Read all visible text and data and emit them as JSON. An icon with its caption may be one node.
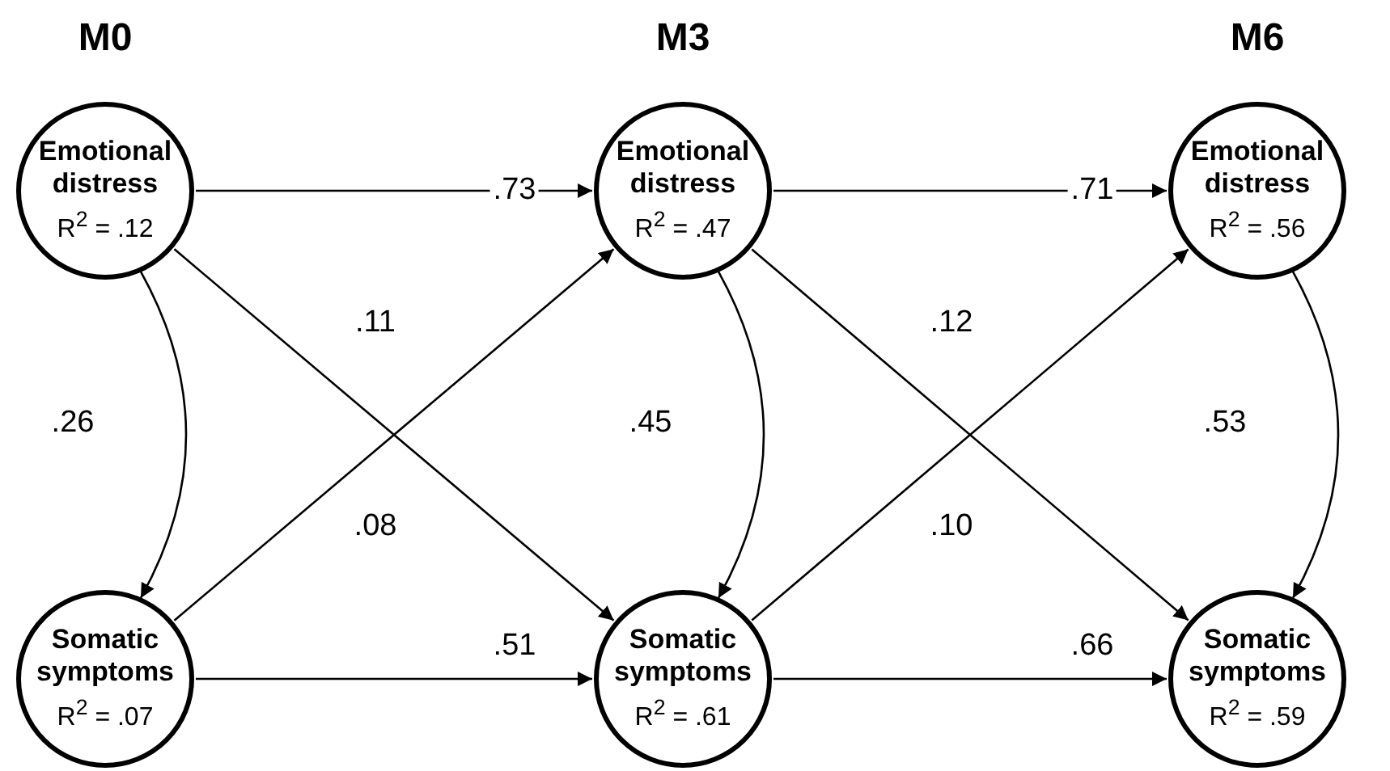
{
  "diagram": {
    "nodes": [
      {
        "text": [
          "Emotional distress",
          "R$^{2}$ = .12"
        ]
      },
      {
        "text": [
          "Emotional distress",
          "R$^{2}$ = .47"
        ]
      },
      {
        "text": [
          "Emotional distress",
          "R$^{2}$ = .56"
        ]
      },
      {
        "text": [
          "Somatic symptoms",
          "R$^{2}$ = .07"
        ]
      },
      {
        "text": [
          "Somatic symptoms",
          "R$^{2}$ = .61"
        ]
      },
      {
        "text": [
          "Somatic symptoms",
          "R$^{2}$ = .59"
        ]
      }
    ],
    "edges": [
      {
        "from": 0,
        "to": 1,
        "arrow": "to",
        "label": ".73"
      },
      {
        "from": 0,
        "to": 4,
        "arrow": "to",
        "label": ".11"
      },
      {
        "from": 0,
        "to": 3,
        "arrow": "to",
        "label": ".26"
      },
      {
        "from": 3,
        "to": 1,
        "arrow": "to",
        "label": ".08"
      },
      {
        "from": 3,
        "to": 4,
        "arrow": "to",
        "label": ".51"
      },
      {
        "from": 1,
        "to": 2,
        "arrow": "to",
        "label": ".71"
      },
      {
        "from": 1,
        "to": 5,
        "arrow": "to",
        "label": ".12"
      },
      {
        "from": 1,
        "to": 4,
        "arrow": "to",
        "label": ".45"
      },
      {
        "from": 4,
        "to": 2,
        "arrow": "to",
        "label": ".10"
      },
      {
        "from": 4,
        "to": 5,
        "arrow": "to",
        "label": ".66"
      },
      {
        "from": 2,
        "to": 5,
        "arrow": "to",
        "label": ".53"
      }
    ],
    "labels": [
      "M0",
      "M3",
      "M6"
    ]
  }
}
